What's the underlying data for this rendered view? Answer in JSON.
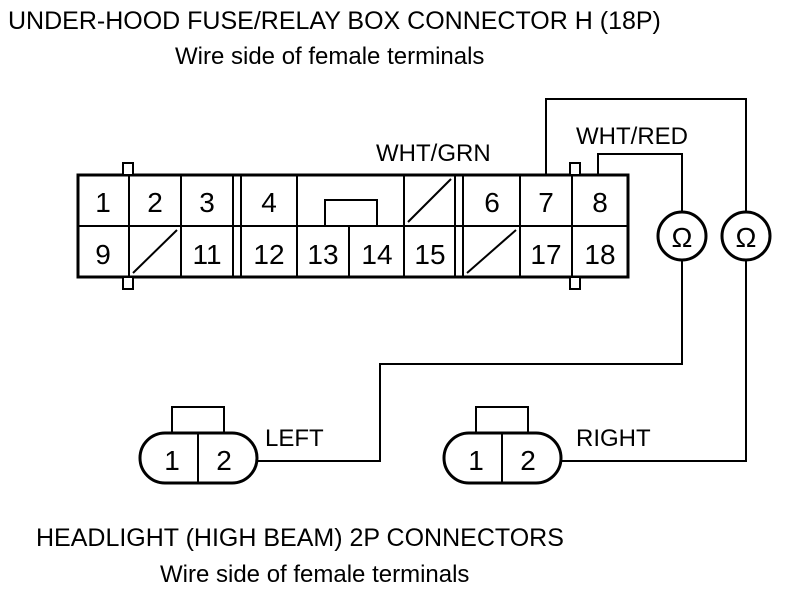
{
  "top": {
    "title": "UNDER-HOOD FUSE/RELAY BOX CONNECTOR H (18P)",
    "subtitle": "Wire side of female terminals"
  },
  "connector_h": {
    "row1": [
      "1",
      "2",
      "3",
      "4",
      "6",
      "7",
      "8"
    ],
    "row2": [
      "9",
      "11",
      "12",
      "13",
      "14",
      "15",
      "17",
      "18"
    ]
  },
  "wires": {
    "wht_grn": "WHT/GRN",
    "wht_red": "WHT/RED",
    "left": "LEFT",
    "right": "RIGHT"
  },
  "meter": {
    "symbol": "Ω"
  },
  "headlight_connectors": {
    "left_pins": [
      "1",
      "2"
    ],
    "right_pins": [
      "1",
      "2"
    ]
  },
  "bottom": {
    "title": "HEADLIGHT (HIGH BEAM) 2P CONNECTORS",
    "subtitle": "Wire side of female terminals"
  }
}
